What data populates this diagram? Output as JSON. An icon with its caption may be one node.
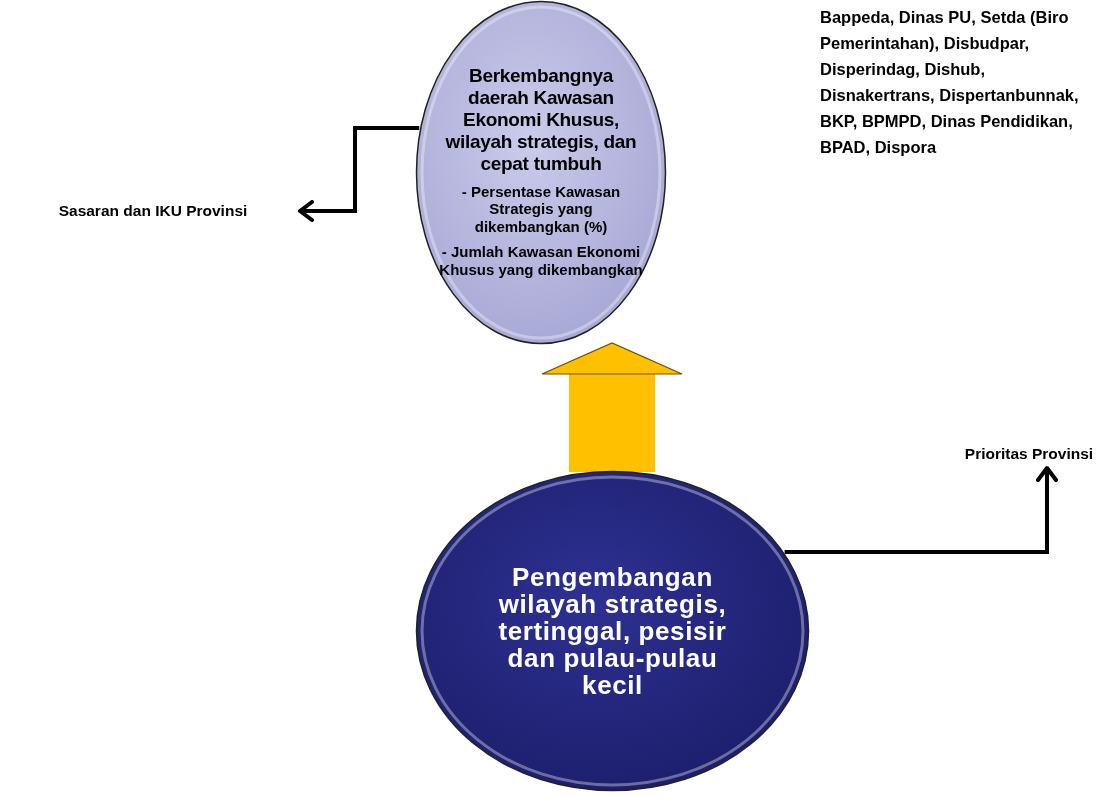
{
  "diagram": {
    "nodes": [
      {
        "text": [
          "Berkembangnya daerah Kawasan Ekonomi Khusus, wilayah strategis, dan cepat tumbuh",
          "-  Persentase Kawasan Strategis yang dikembangkan (%)",
          "-  Jumlah Kawasan Ekonomi Khusus yang dikembangkan"
        ]
      },
      {
        "text": [
          "Sasaran dan IKU Provinsi"
        ]
      },
      {
        "text": [
          "Pengembangan wilayah strategis, tertinggal, pesisir dan pulau-pulau kecil"
        ]
      },
      {
        "text": [
          "Prioritas Provinsi"
        ]
      }
    ],
    "edges": [
      {
        "from": 0,
        "to": 1,
        "arrow": "to"
      },
      {
        "from": 2,
        "to": 3,
        "arrow": "to"
      },
      {
        "from": 2,
        "to": 0,
        "arrow": "to",
        "style": "thick",
        "color": "#ffc000"
      }
    ],
    "labels": [
      "Bappeda, Dinas PU, Setda (Biro Pemerintahan), Disbudpar, Disperindag, Dishub, Disnakertrans, Dispertanbunnak, BKP, BPMPD, Dinas Pendidikan, BPAD, Dispora"
    ]
  }
}
